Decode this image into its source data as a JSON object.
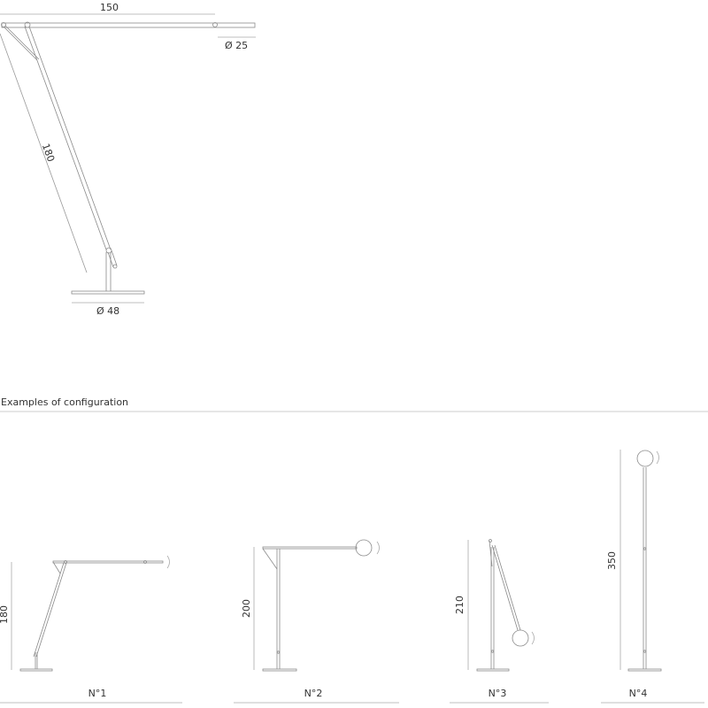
{
  "main_drawing": {
    "dimensions": {
      "arm_length": "150",
      "head_diameter": "Ø 25",
      "stem_length": "180",
      "base_diameter": "Ø 48"
    }
  },
  "configurations_section": {
    "title": "Examples of configuration",
    "items": [
      {
        "label": "N°1",
        "height": "180"
      },
      {
        "label": "N°2",
        "height": "200"
      },
      {
        "label": "N°3",
        "height": "210"
      },
      {
        "label": "N°4",
        "height": "350"
      }
    ]
  },
  "colors": {
    "line": "#888888",
    "dimension_line": "#999999",
    "text": "#333333"
  }
}
